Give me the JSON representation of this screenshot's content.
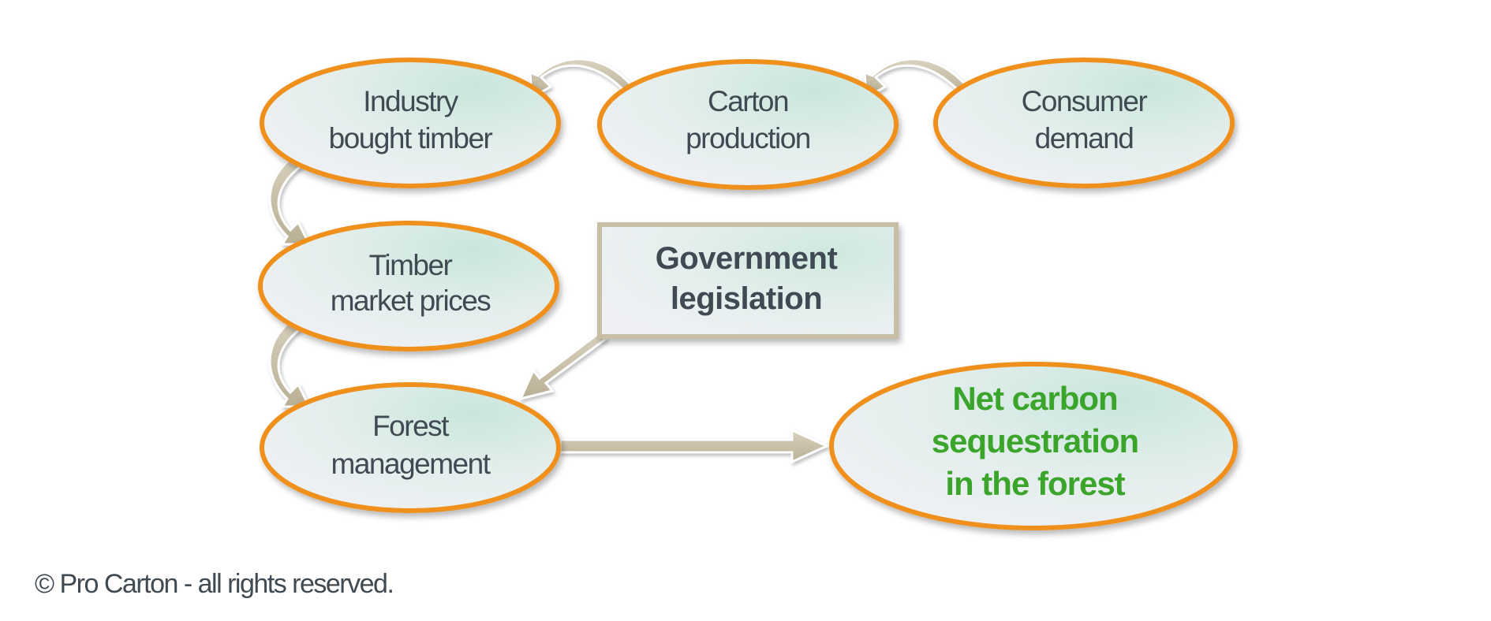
{
  "diagram": {
    "nodes": {
      "industry": {
        "line1": "Industry",
        "line2": "bought timber"
      },
      "carton": {
        "line1": "Carton",
        "line2": "production"
      },
      "consumer": {
        "line1": "Consumer",
        "line2": "demand"
      },
      "timber": {
        "line1": "Timber",
        "line2": "market prices"
      },
      "forest": {
        "line1": "Forest",
        "line2": "management"
      },
      "government": {
        "line1": "Government",
        "line2": "legislation"
      },
      "result": {
        "line1": "Net carbon",
        "line2": "sequestration",
        "line3": "in the forest"
      }
    },
    "edges": [
      {
        "from": "Consumer demand",
        "to": "Carton production"
      },
      {
        "from": "Carton production",
        "to": "Industry bought timber"
      },
      {
        "from": "Industry bought timber",
        "to": "Timber market prices"
      },
      {
        "from": "Timber market prices",
        "to": "Forest management"
      },
      {
        "from": "Government legislation",
        "to": "Forest management"
      },
      {
        "from": "Forest management",
        "to": "Net carbon sequestration in the forest"
      }
    ]
  },
  "colors": {
    "ellipse_border": "#f0901e",
    "arrow": "#c9c0a8",
    "box_border": "#c8bea6",
    "text": "#3f4a52",
    "result_text": "#3aa52a"
  },
  "footer": {
    "copyright": "© Pro Carton - all rights reserved."
  }
}
